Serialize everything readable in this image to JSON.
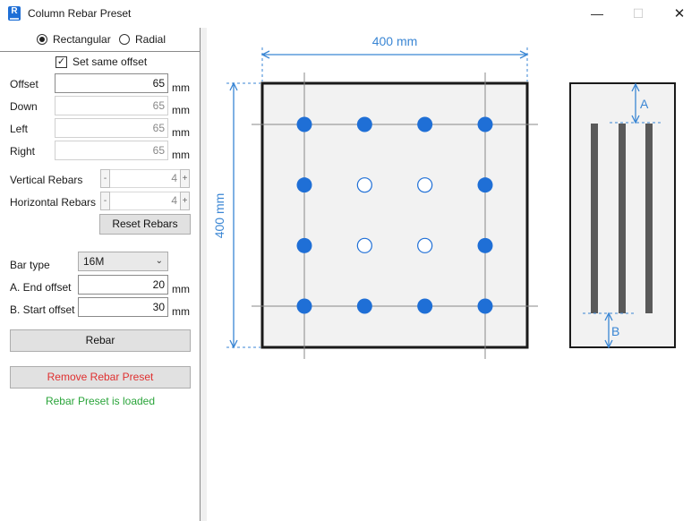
{
  "window": {
    "title": "Column Rebar Preset",
    "icon": "revit-R-icon",
    "app_letter": "R"
  },
  "shape": {
    "options": [
      "Rectangular",
      "Radial"
    ],
    "selected": "Rectangular"
  },
  "offsets": {
    "same_offset_label": "Set same offset",
    "same_offset_checked": true,
    "check_glyph": "✓",
    "offset": {
      "label": "Offset",
      "value": "65"
    },
    "down": {
      "label": "Down",
      "value": "65"
    },
    "left": {
      "label": "Left",
      "value": "65"
    },
    "right": {
      "label": "Right",
      "value": "65"
    },
    "unit": "mm"
  },
  "rebars": {
    "vertical": {
      "label": "Vertical Rebars",
      "value": "4"
    },
    "horizontal": {
      "label": "Horizontal Rebars",
      "value": "4"
    },
    "minus": "-",
    "plus": "+",
    "reset_label": "Reset Rebars"
  },
  "bar": {
    "type_label": "Bar type",
    "type_value": "16M",
    "end_offset": {
      "label": "A. End offset",
      "value": "20"
    },
    "start_offset": {
      "label": "B. Start offset",
      "value": "30"
    },
    "unit": "mm"
  },
  "actions": {
    "rebar_label": "Rebar",
    "remove_label": "Remove Rebar Preset",
    "status_text": "Rebar Preset is loaded"
  },
  "diagram": {
    "width_label": "400 mm",
    "height_label": "400 mm",
    "label_a": "A",
    "label_b": "B",
    "rebar_grid": {
      "rows": 4,
      "cols": 4,
      "filled_pattern": [
        [
          1,
          1,
          1,
          1
        ],
        [
          1,
          0,
          0,
          1
        ],
        [
          1,
          0,
          0,
          1
        ],
        [
          1,
          1,
          1,
          1
        ]
      ]
    },
    "colors": {
      "accent": "#3a86d4",
      "rebar": "#1f6fd6",
      "outline": "#1a1a1a",
      "section_fill": "#f2f2f2",
      "grid_line": "#888888",
      "status": "#2aa43a",
      "remove_text": "#e03030"
    }
  }
}
